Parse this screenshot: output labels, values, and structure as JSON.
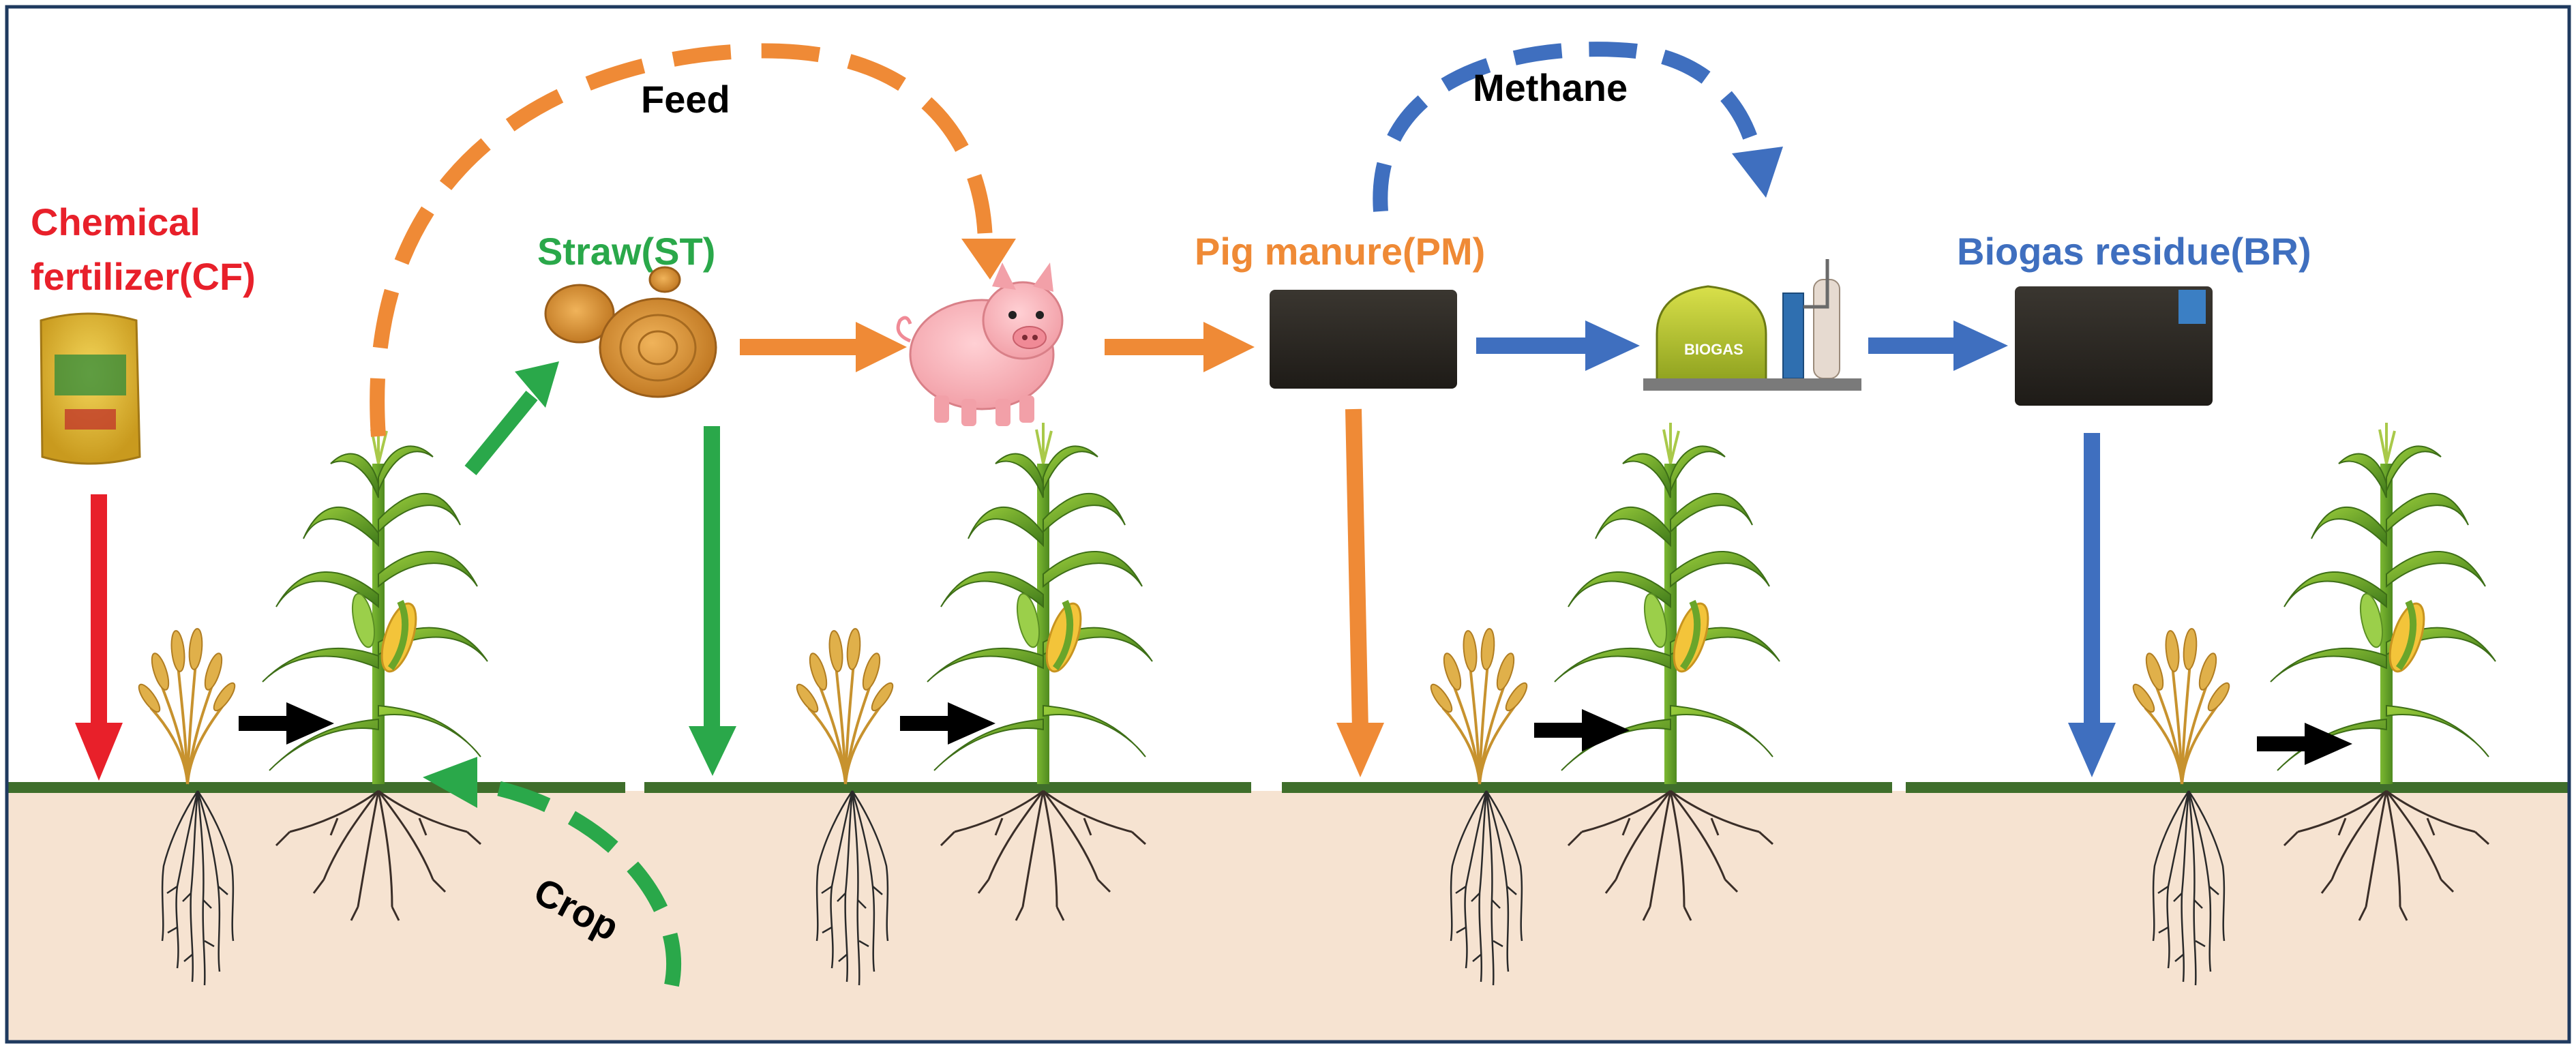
{
  "labels": {
    "chemical_fertilizer_line1": "Chemical",
    "chemical_fertilizer_line2": "fertilizer(CF)",
    "straw": "Straw(ST)",
    "pig_manure": "Pig manure(PM)",
    "biogas_residue": "Biogas residue(BR)",
    "feed": "Feed",
    "methane": "Methane",
    "crop": "Crop",
    "biogas_tank": "BIOGAS"
  },
  "colors": {
    "chemical_fertilizer": "#e8202a",
    "straw": "#2aa84a",
    "pig_manure": "#ef8a36",
    "biogas": "#3f6fbf",
    "black_arrow": "#000000",
    "soil": "#f6e3d1",
    "grass": "#3f6e2b",
    "frame": "#1f3a5f"
  },
  "icons": {
    "fertilizer_bag": "fertilizer-bag-icon",
    "hay_bales": "hay-bales-icon",
    "pig": "pig-icon",
    "manure": "manure-pile-icon",
    "biogas_plant": "biogas-plant-icon",
    "biogas_residue": "biogas-residue-icon",
    "wheat": "wheat-icon",
    "maize": "maize-plant-icon",
    "roots": "roots-icon"
  }
}
